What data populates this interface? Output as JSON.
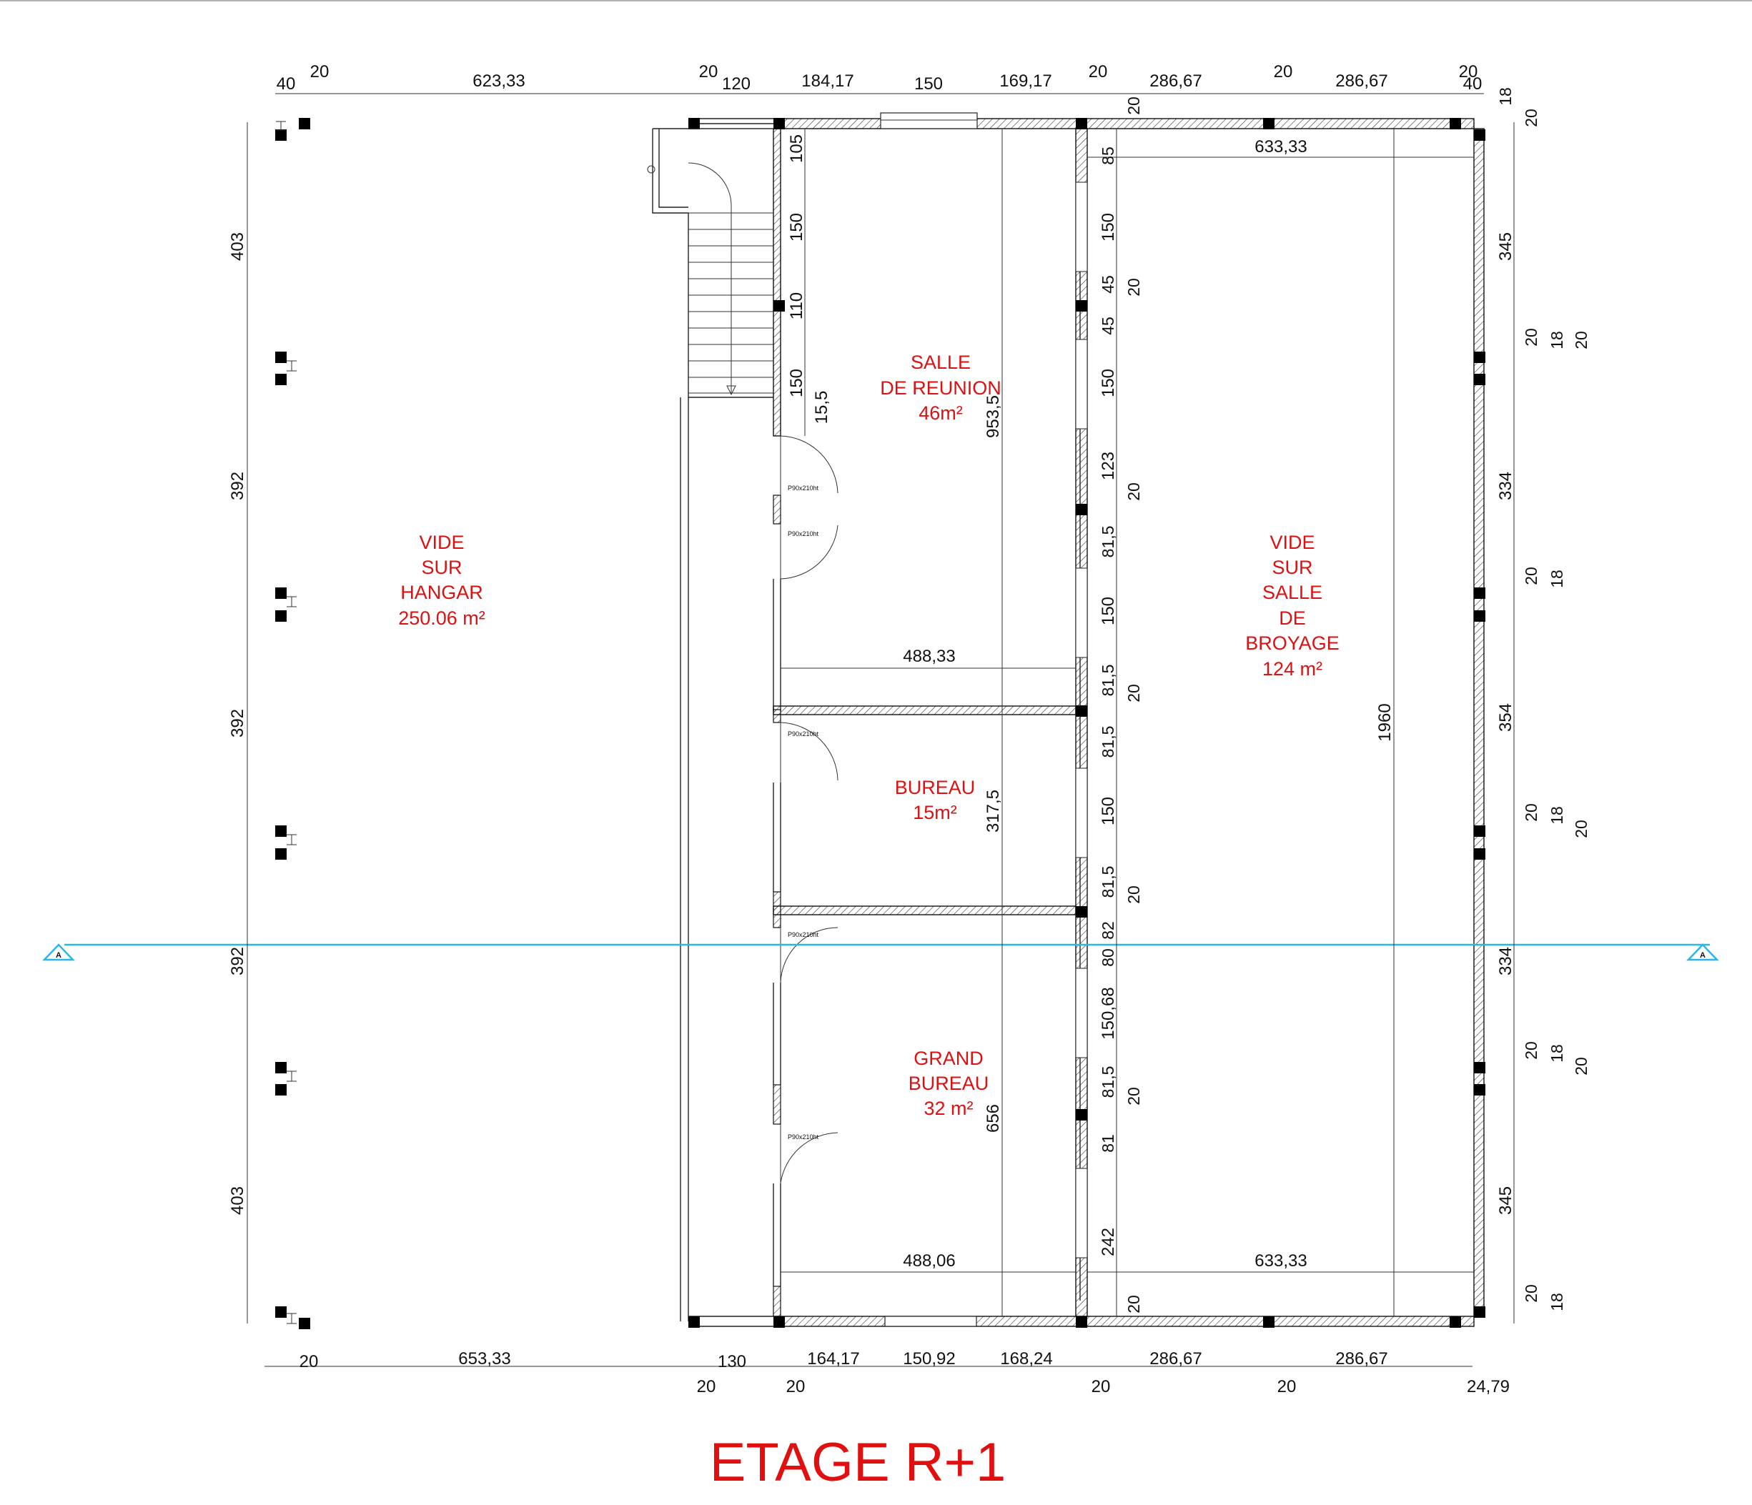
{
  "title": "ETAGE R+1",
  "colors": {
    "room_labels": "#dd1111",
    "title": "#e01010",
    "section_line": "#29b6e8",
    "walls": "#111111"
  },
  "rooms": [
    {
      "id": "hangar",
      "lines": [
        "VIDE",
        "SUR",
        "HANGAR",
        "250.06 m²"
      ]
    },
    {
      "id": "reunion",
      "lines": [
        "SALLE",
        "DE REUNION",
        "46m²"
      ]
    },
    {
      "id": "bureau",
      "lines": [
        "BUREAU",
        "15m²"
      ]
    },
    {
      "id": "grand-bureau",
      "lines": [
        "GRAND",
        "BUREAU",
        "32 m²"
      ]
    },
    {
      "id": "broyage",
      "lines": [
        "VIDE",
        "SUR",
        "SALLE",
        "DE",
        "BROYAGE",
        "124 m²"
      ]
    }
  ],
  "door_labels": [
    "P90x210ht",
    "P90x210ht",
    "P90x210ht",
    "P90x210ht",
    "P90x210ht"
  ],
  "section_marker": "A",
  "dimensions": {
    "top_row": [
      "40",
      "20",
      "623,33",
      "20",
      "120",
      "184,17",
      "150",
      "169,17",
      "20",
      "286,67",
      "20",
      "286,67",
      "20",
      "40"
    ],
    "bottom_row": [
      "20",
      "653,33",
      "130",
      "164,17",
      "150,92",
      "168,24",
      "286,67",
      "286,67"
    ],
    "bottom_small": [
      "20",
      "20",
      "20",
      "20",
      "24,79"
    ],
    "left_column": [
      "403",
      "392",
      "392",
      "392",
      "403"
    ],
    "right_column": [
      "18",
      "20",
      "345",
      "20",
      "18",
      "20",
      "334",
      "20",
      "18",
      "354",
      "20",
      "18",
      "20",
      "334",
      "20",
      "18",
      "20",
      "345",
      "20",
      "18"
    ],
    "interior_left": [
      "105",
      "150",
      "110",
      "150",
      "15,5"
    ],
    "interior_mid": [
      "20",
      "85",
      "150",
      "45",
      "20",
      "45",
      "150",
      "123",
      "20",
      "81,5",
      "150",
      "81,5",
      "20",
      "81,5",
      "150",
      "81,5",
      "20",
      "82",
      "80",
      "150,68",
      "81,5",
      "20",
      "81",
      "242",
      "20"
    ],
    "room_widths": [
      "633,33",
      "488,33",
      "488,06",
      "633,33"
    ],
    "room_heights": [
      "953,5",
      "317,5",
      "656",
      "1960"
    ]
  }
}
